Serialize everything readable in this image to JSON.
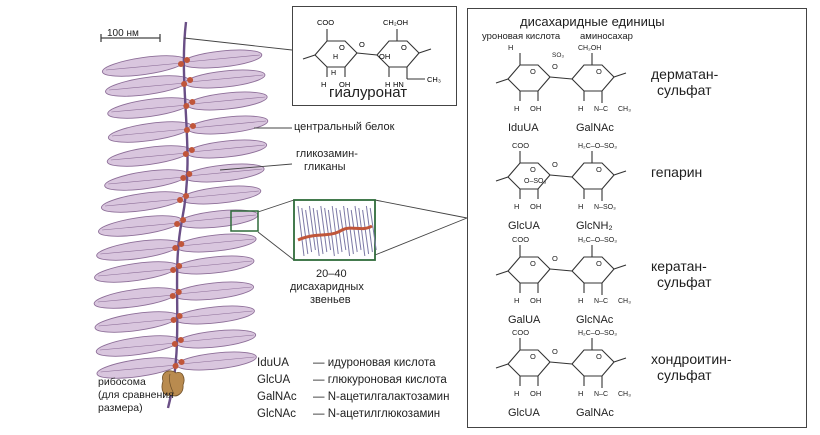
{
  "scale_bar": {
    "label": "100 нм"
  },
  "proteoglycan": {
    "core_protein_label": "центральный белок",
    "gag_label_line1": "гликозамин-",
    "gag_label_line2": "гликаны",
    "zoom_label_line1": "20–40",
    "zoom_label_line2": "дисахаридных",
    "zoom_label_line3": "звеньев"
  },
  "hyaluronate": {
    "name": "гиалуронат",
    "atoms": {
      "coo": "COO",
      "ch2oh": "CH₂OH",
      "h": "H",
      "oh": "OH",
      "o": "O",
      "nh": "HN",
      "c": "C",
      "ch3": "CH₃"
    }
  },
  "disaccharide_panel": {
    "title": "дисахаридные единицы",
    "header_uronic": "уроновая кислота",
    "header_amino": "аминосахар",
    "rows": [
      {
        "name_line1": "дерматан-",
        "name_line2": "сульфат",
        "left_sugar": "IduUA",
        "right_sugar": "GalNAc"
      },
      {
        "name_line1": "гепарин",
        "name_line2": "",
        "left_sugar": "GlcUA",
        "right_sugar": "GlcNH₂"
      },
      {
        "name_line1": "кератан-",
        "name_line2": "сульфат",
        "left_sugar": "GalUA",
        "right_sugar": "GlcNAc"
      },
      {
        "name_line1": "хондроитин-",
        "name_line2": "сульфат",
        "left_sugar": "GlcUA",
        "right_sugar": "GalNAc"
      }
    ],
    "atoms": {
      "coo": "COO",
      "h2c_o_so3": "H₂C–O–SO₃",
      "o_so3": "O–SO₃",
      "so3": "SO₃",
      "nh_so3": "N–SO₃",
      "h": "H",
      "oh": "OH",
      "o": "O",
      "nh": "N–C",
      "ch3": "CH₃"
    }
  },
  "legend": [
    {
      "abbr": "IduUA",
      "desc": "— идуроновая кислота"
    },
    {
      "abbr": "GlcUA",
      "desc": "— глюкуроновая кислота"
    },
    {
      "abbr": "GalNAc",
      "desc": "— N-ацетилгалактозамин"
    },
    {
      "abbr": "GlcNAc",
      "desc": "— N-ацетилглюкозамин"
    }
  ],
  "ribosome": {
    "line1": "рибосома",
    "line2": "(для сравнения",
    "line3": "размера)"
  },
  "colors": {
    "gag_fill": "#d9c6de",
    "gag_stroke": "#8d6e98",
    "core": "#6a4f86",
    "dot": "#c0563a",
    "box_border": "#2f6b3a",
    "ribosome": "#b98b4f"
  }
}
